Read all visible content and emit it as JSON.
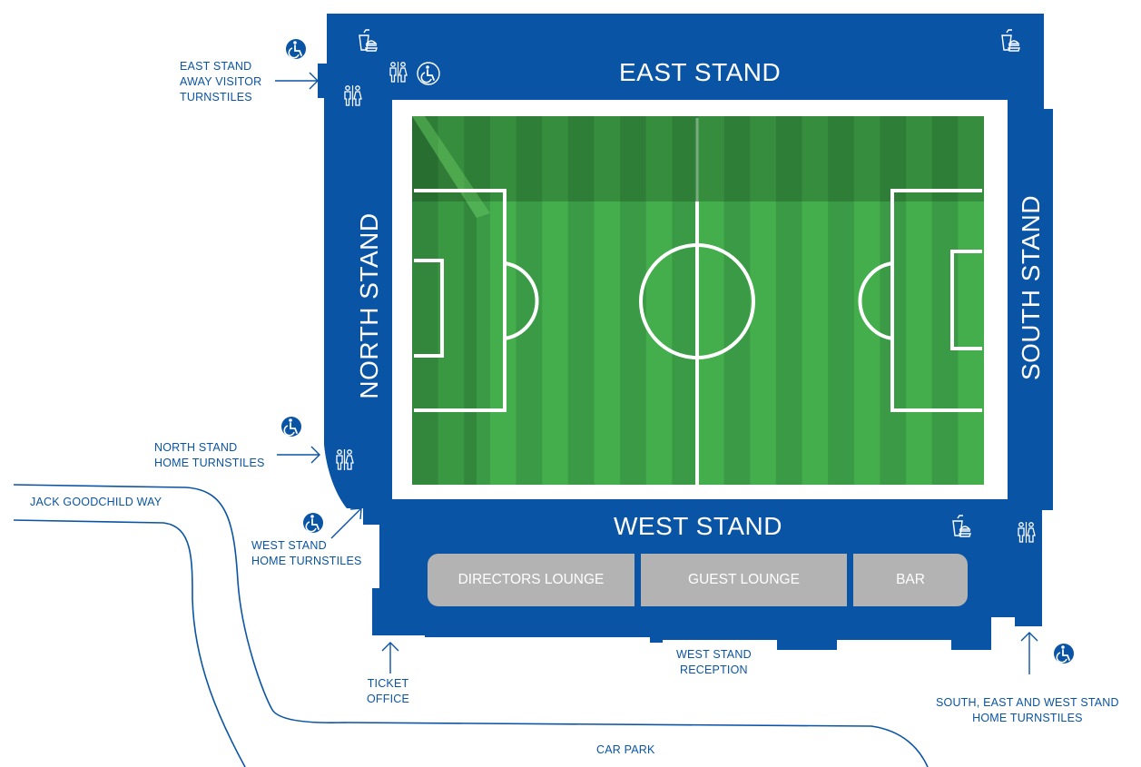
{
  "stands": {
    "east": "EAST STAND",
    "west": "WEST STAND",
    "north": "NORTH STAND",
    "south": "SOUTH STAND"
  },
  "lounges": [
    "DIRECTORS LOUNGE",
    "GUEST LOUNGE",
    "BAR"
  ],
  "labels": {
    "east_turnstiles": [
      "EAST STAND",
      "AWAY VISITOR",
      "TURNSTILES"
    ],
    "north_turnstiles": [
      "NORTH STAND",
      "HOME TURNSTILES"
    ],
    "west_turnstiles": [
      "WEST STAND",
      "HOME TURNSTILES"
    ],
    "ticket_office": [
      "TICKET",
      "OFFICE"
    ],
    "west_reception": [
      "WEST STAND",
      "RECEPTION"
    ],
    "south_east_west_turnstiles": [
      "SOUTH, EAST AND WEST STAND",
      "HOME TURNSTILES"
    ],
    "road": "JACK GOODCHILD WAY",
    "car_park": "CAR PARK"
  },
  "icons": [
    "accessible-icon",
    "toilets-icon",
    "food-drink-icon"
  ],
  "colors": {
    "stand_blue": "#0a54a5",
    "pitch_dark": "#3a9a45",
    "pitch_light": "#44ad4c",
    "lounge_grey": "#b3b3b3",
    "text_blue": "#0a54a5"
  }
}
